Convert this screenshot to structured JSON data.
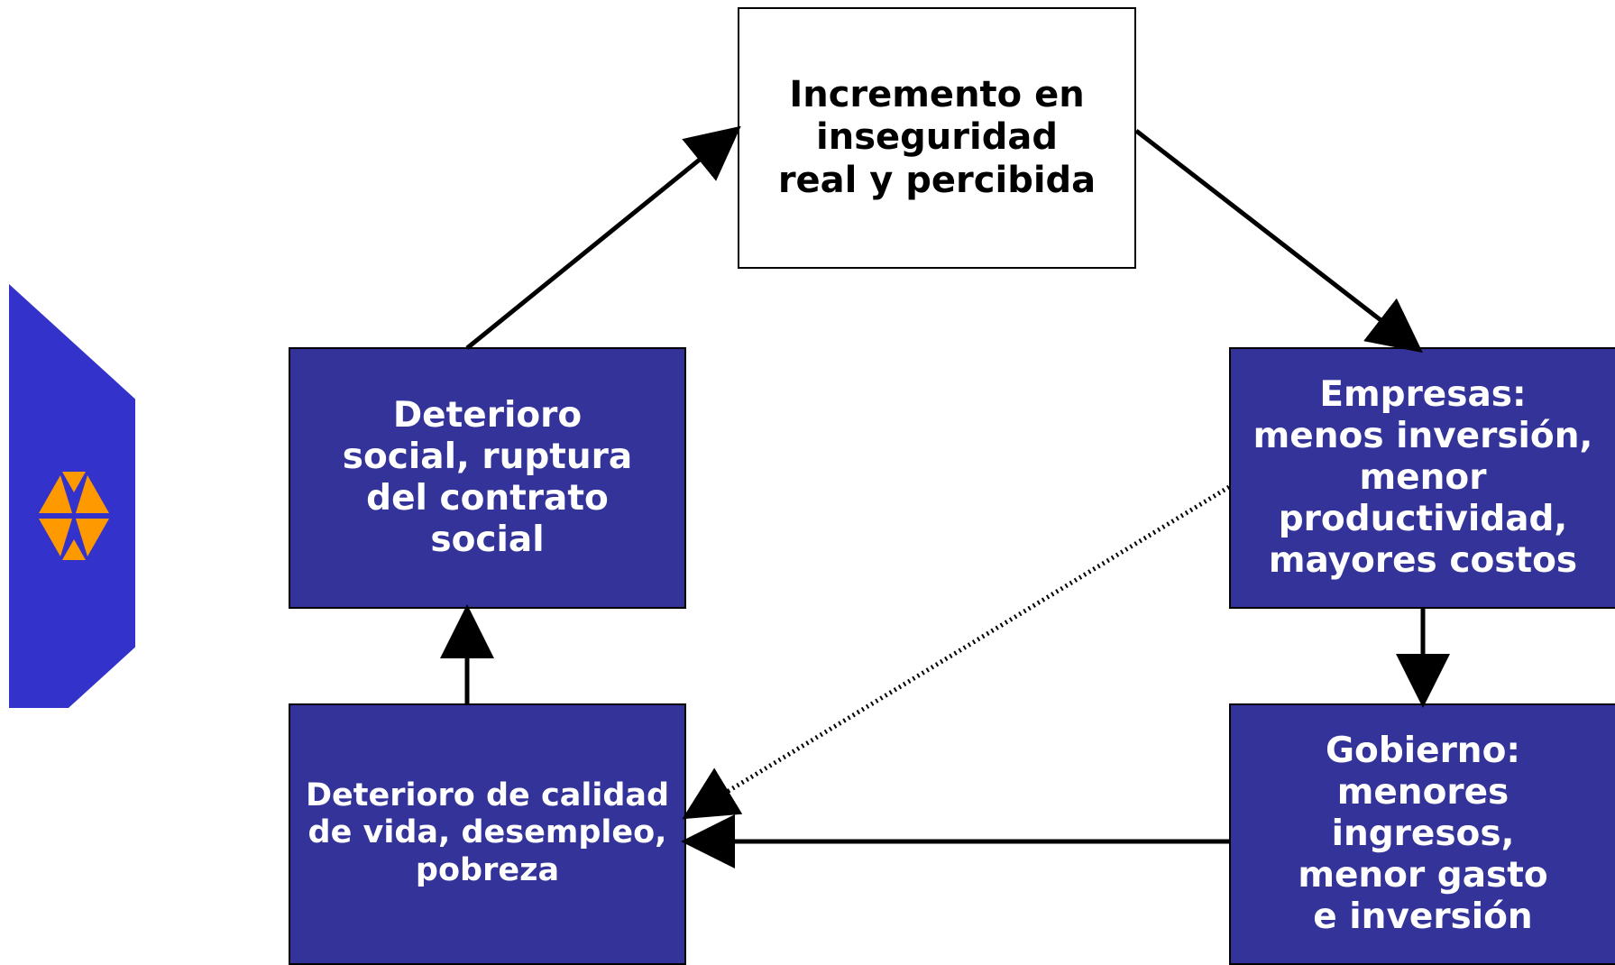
{
  "diagram": {
    "nodes": {
      "top": "Incremento en\ninseguridad\nreal y percibida",
      "left_upper": "Deterioro\nsocial, ruptura\ndel contrato\nsocial",
      "right_upper": "Empresas:\nmenos inversión,\nmenor\nproductividad,\nmayores costos",
      "left_lower": "Deterioro de calidad\nde vida, desempleo,\npobreza",
      "right_lower": "Gobierno:\nmenores\ningresos,\nmenor gasto\ne inversión"
    },
    "colors": {
      "box_blue": "#333399",
      "box_white": "#ffffff",
      "logo_blue": "#3333cc",
      "logo_orange": "#ff9900",
      "arrow": "#000000"
    },
    "icons": {
      "logo": "blue-hexagon-orange-segments-icon"
    }
  }
}
